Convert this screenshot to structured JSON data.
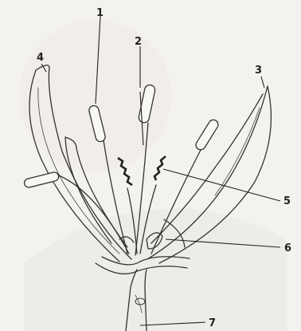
{
  "labels": {
    "l1": "1",
    "l2": "2",
    "l3": "3",
    "l4": "4",
    "l5": "5",
    "l6": "6",
    "l7": "7"
  },
  "colors": {
    "background": "#f3f2ef",
    "ink": "#333333",
    "watermark": "#e4e3df"
  }
}
